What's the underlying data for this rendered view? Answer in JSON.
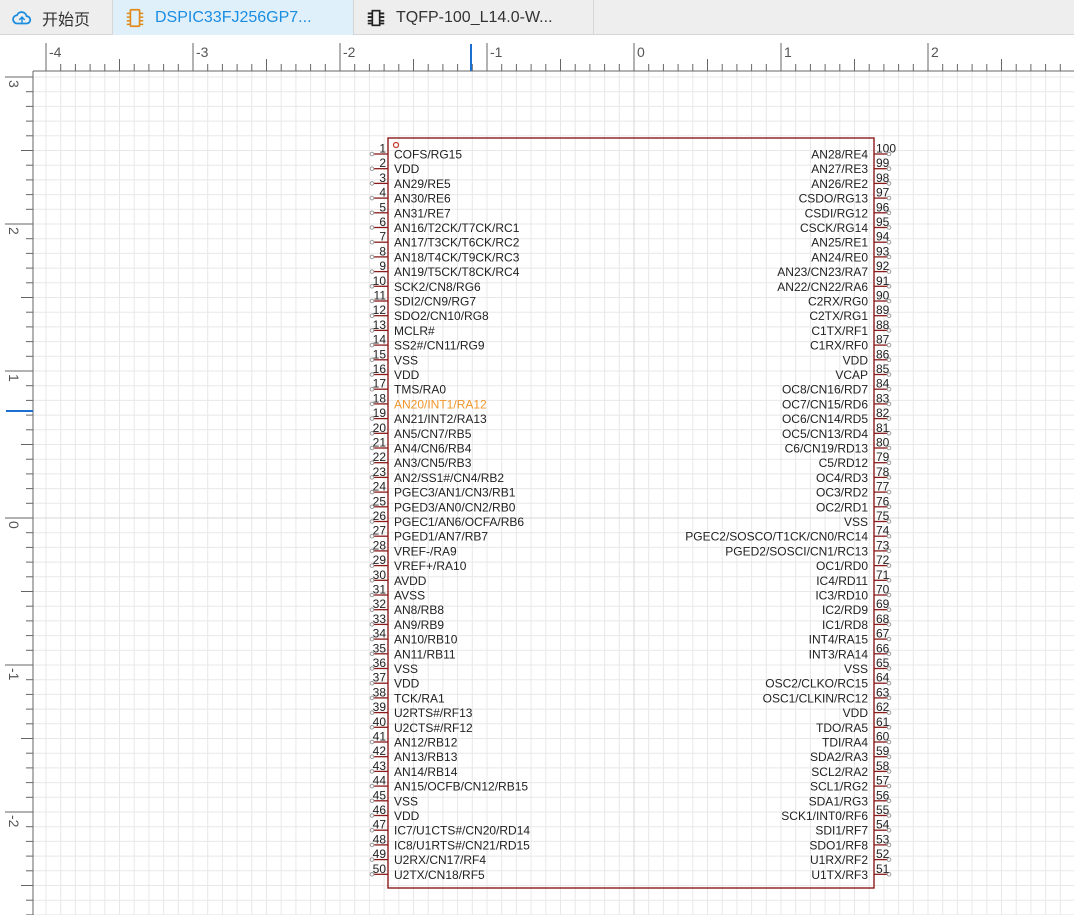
{
  "tabs": [
    {
      "label": "开始页",
      "icon": "cloud-icon",
      "active": false
    },
    {
      "label": "DSPIC33FJ256GP7...",
      "icon": "chip-icon",
      "active": true
    },
    {
      "label": "TQFP-100_L14.0-W...",
      "icon": "footprint-icon",
      "active": false
    }
  ],
  "ruler": {
    "horizontal_labels": [
      "-4",
      "-3",
      "-2",
      "-1",
      "0",
      "1",
      "2"
    ],
    "vertical_labels": [
      "3",
      "2",
      "1",
      "0",
      "-1",
      "-2"
    ]
  },
  "colors": {
    "accent": "#1b8de0",
    "body_outline": "#8b1a1a",
    "pin": "#8b1a1a",
    "highlight": "#f0962b",
    "grid": "#e8e8e8"
  },
  "symbol": {
    "highlighted_pin": "18",
    "left_pins": [
      {
        "num": "1",
        "name": "COFS/RG15"
      },
      {
        "num": "2",
        "name": "VDD"
      },
      {
        "num": "3",
        "name": "AN29/RE5"
      },
      {
        "num": "4",
        "name": "AN30/RE6"
      },
      {
        "num": "5",
        "name": "AN31/RE7"
      },
      {
        "num": "6",
        "name": "AN16/T2CK/T7CK/RC1"
      },
      {
        "num": "7",
        "name": "AN17/T3CK/T6CK/RC2"
      },
      {
        "num": "8",
        "name": "AN18/T4CK/T9CK/RC3"
      },
      {
        "num": "9",
        "name": "AN19/T5CK/T8CK/RC4"
      },
      {
        "num": "10",
        "name": "SCK2/CN8/RG6"
      },
      {
        "num": "11",
        "name": "SDI2/CN9/RG7"
      },
      {
        "num": "12",
        "name": "SDO2/CN10/RG8"
      },
      {
        "num": "13",
        "name": "MCLR#"
      },
      {
        "num": "14",
        "name": "SS2#/CN11/RG9"
      },
      {
        "num": "15",
        "name": "VSS"
      },
      {
        "num": "16",
        "name": "VDD"
      },
      {
        "num": "17",
        "name": "TMS/RA0"
      },
      {
        "num": "18",
        "name": "AN20/INT1/RA12"
      },
      {
        "num": "19",
        "name": "AN21/INT2/RA13"
      },
      {
        "num": "20",
        "name": "AN5/CN7/RB5"
      },
      {
        "num": "21",
        "name": "AN4/CN6/RB4"
      },
      {
        "num": "22",
        "name": "AN3/CN5/RB3"
      },
      {
        "num": "23",
        "name": "AN2/SS1#/CN4/RB2"
      },
      {
        "num": "24",
        "name": "PGEC3/AN1/CN3/RB1"
      },
      {
        "num": "25",
        "name": "PGED3/AN0/CN2/RB0"
      },
      {
        "num": "26",
        "name": "PGEC1/AN6/OCFA/RB6"
      },
      {
        "num": "27",
        "name": "PGED1/AN7/RB7"
      },
      {
        "num": "28",
        "name": "VREF-/RA9"
      },
      {
        "num": "29",
        "name": "VREF+/RA10"
      },
      {
        "num": "30",
        "name": "AVDD"
      },
      {
        "num": "31",
        "name": "AVSS"
      },
      {
        "num": "32",
        "name": "AN8/RB8"
      },
      {
        "num": "33",
        "name": "AN9/RB9"
      },
      {
        "num": "34",
        "name": "AN10/RB10"
      },
      {
        "num": "35",
        "name": "AN11/RB11"
      },
      {
        "num": "36",
        "name": "VSS"
      },
      {
        "num": "37",
        "name": "VDD"
      },
      {
        "num": "38",
        "name": "TCK/RA1"
      },
      {
        "num": "39",
        "name": "U2RTS#/RF13"
      },
      {
        "num": "40",
        "name": "U2CTS#/RF12"
      },
      {
        "num": "41",
        "name": "AN12/RB12"
      },
      {
        "num": "42",
        "name": "AN13/RB13"
      },
      {
        "num": "43",
        "name": "AN14/RB14"
      },
      {
        "num": "44",
        "name": "AN15/OCFB/CN12/RB15"
      },
      {
        "num": "45",
        "name": "VSS"
      },
      {
        "num": "46",
        "name": "VDD"
      },
      {
        "num": "47",
        "name": "IC7/U1CTS#/CN20/RD14"
      },
      {
        "num": "48",
        "name": "IC8/U1RTS#/CN21/RD15"
      },
      {
        "num": "49",
        "name": "U2RX/CN17/RF4"
      },
      {
        "num": "50",
        "name": "U2TX/CN18/RF5"
      }
    ],
    "right_pins": [
      {
        "num": "100",
        "name": "AN28/RE4"
      },
      {
        "num": "99",
        "name": "AN27/RE3"
      },
      {
        "num": "98",
        "name": "AN26/RE2"
      },
      {
        "num": "97",
        "name": "CSDO/RG13"
      },
      {
        "num": "96",
        "name": "CSDI/RG12"
      },
      {
        "num": "95",
        "name": "CSCK/RG14"
      },
      {
        "num": "94",
        "name": "AN25/RE1"
      },
      {
        "num": "93",
        "name": "AN24/RE0"
      },
      {
        "num": "92",
        "name": "AN23/CN23/RA7"
      },
      {
        "num": "91",
        "name": "AN22/CN22/RA6"
      },
      {
        "num": "90",
        "name": "C2RX/RG0"
      },
      {
        "num": "89",
        "name": "C2TX/RG1"
      },
      {
        "num": "88",
        "name": "C1TX/RF1"
      },
      {
        "num": "87",
        "name": "C1RX/RF0"
      },
      {
        "num": "86",
        "name": "VDD"
      },
      {
        "num": "85",
        "name": "VCAP"
      },
      {
        "num": "84",
        "name": "OC8/CN16/RD7"
      },
      {
        "num": "83",
        "name": "OC7/CN15/RD6"
      },
      {
        "num": "82",
        "name": "OC6/CN14/RD5"
      },
      {
        "num": "81",
        "name": "OC5/CN13/RD4"
      },
      {
        "num": "80",
        "name": "C6/CN19/RD13"
      },
      {
        "num": "79",
        "name": "C5/RD12"
      },
      {
        "num": "78",
        "name": "OC4/RD3"
      },
      {
        "num": "77",
        "name": "OC3/RD2"
      },
      {
        "num": "76",
        "name": "OC2/RD1"
      },
      {
        "num": "75",
        "name": "VSS"
      },
      {
        "num": "74",
        "name": "PGEC2/SOSCO/T1CK/CN0/RC14"
      },
      {
        "num": "73",
        "name": "PGED2/SOSCI/CN1/RC13"
      },
      {
        "num": "72",
        "name": "OC1/RD0"
      },
      {
        "num": "71",
        "name": "IC4/RD11"
      },
      {
        "num": "70",
        "name": "IC3/RD10"
      },
      {
        "num": "69",
        "name": "IC2/RD9"
      },
      {
        "num": "68",
        "name": "IC1/RD8"
      },
      {
        "num": "67",
        "name": "INT4/RA15"
      },
      {
        "num": "66",
        "name": "INT3/RA14"
      },
      {
        "num": "65",
        "name": "VSS"
      },
      {
        "num": "64",
        "name": "OSC2/CLKO/RC15"
      },
      {
        "num": "63",
        "name": "OSC1/CLKIN/RC12"
      },
      {
        "num": "62",
        "name": "VDD"
      },
      {
        "num": "61",
        "name": "TDO/RA5"
      },
      {
        "num": "60",
        "name": "TDI/RA4"
      },
      {
        "num": "59",
        "name": "SDA2/RA3"
      },
      {
        "num": "58",
        "name": "SCL2/RA2"
      },
      {
        "num": "57",
        "name": "SCL1/RG2"
      },
      {
        "num": "56",
        "name": "SDA1/RG3"
      },
      {
        "num": "55",
        "name": "SCK1/INT0/RF6"
      },
      {
        "num": "54",
        "name": "SDI1/RF7"
      },
      {
        "num": "53",
        "name": "SDO1/RF8"
      },
      {
        "num": "52",
        "name": "U1RX/RF2"
      },
      {
        "num": "51",
        "name": "U1TX/RF3"
      }
    ]
  }
}
